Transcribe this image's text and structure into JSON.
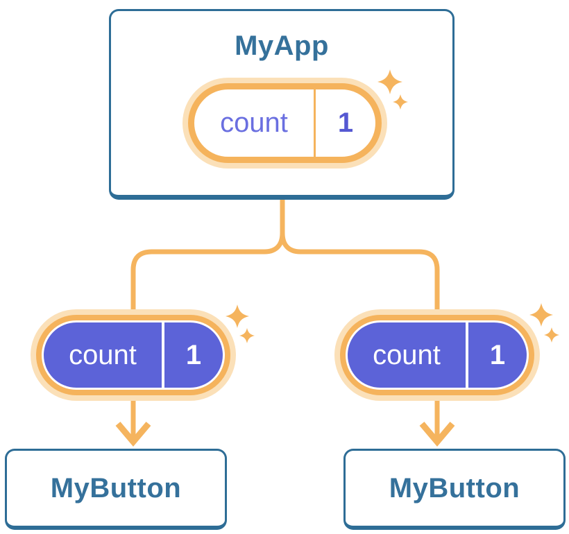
{
  "diagram": {
    "root": {
      "title": "MyApp",
      "state": {
        "label": "count",
        "value": "1"
      }
    },
    "children": [
      {
        "title": "MyButton",
        "state": {
          "label": "count",
          "value": "1"
        }
      },
      {
        "title": "MyButton",
        "state": {
          "label": "count",
          "value": "1"
        }
      }
    ]
  },
  "icons": {
    "sparkle": "four-point-star",
    "arrowhead": "chevron-down"
  },
  "colors": {
    "card_border": "#2E6D96",
    "heading_text": "#35719B",
    "connector": "#F5B45E",
    "pill_ring": "#F5B35C",
    "pill_halo": "#FBE0B8",
    "pill_fill": "#5C63D8",
    "pill_text_top": "#6A6FE0",
    "pill_value_top": "#5558D2",
    "pill_text_bottom": "#FFFFFF"
  }
}
